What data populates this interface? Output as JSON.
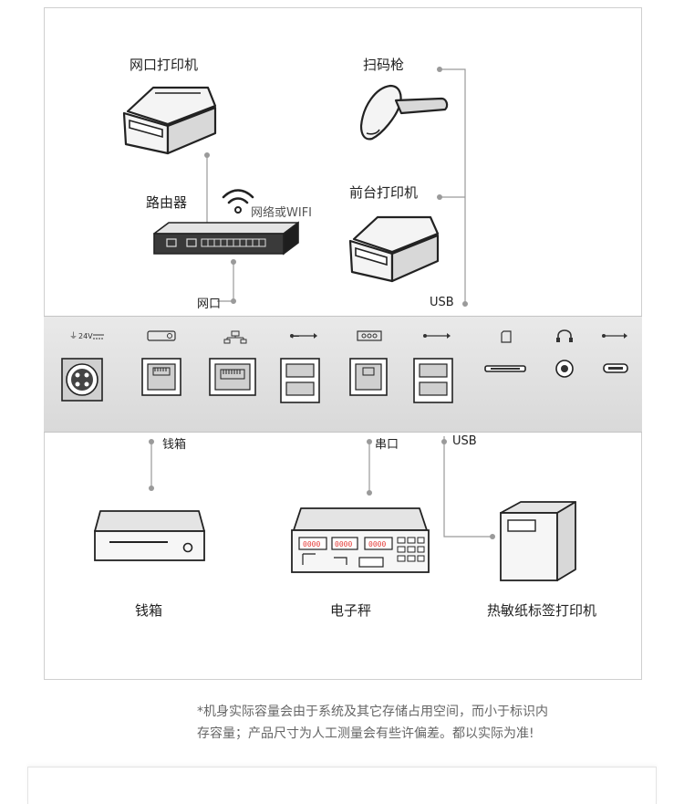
{
  "devices": {
    "network_printer": "网口打印机",
    "scanner": "扫码枪",
    "router": "路由器",
    "front_printer": "前台打印机",
    "cash_drawer": "钱箱",
    "scale": "电子秤",
    "label_printer": "热敏纸标签打印机"
  },
  "connections": {
    "wifi": "网络或WIFI",
    "lan": "网口",
    "usb_top": "USB",
    "cash_drawer_port": "钱箱",
    "serial": "串口",
    "usb_bottom": "USB"
  },
  "port_icons": {
    "power": "24V",
    "scale_digits": [
      "0000",
      "0000",
      "0000"
    ]
  },
  "note": {
    "line1": "*机身实际容量会由于系统及其它存储占用空间，而小于标识内",
    "line2": "存容量；产品尺寸为人工测量会有些许偏差。都以实际为准!"
  }
}
